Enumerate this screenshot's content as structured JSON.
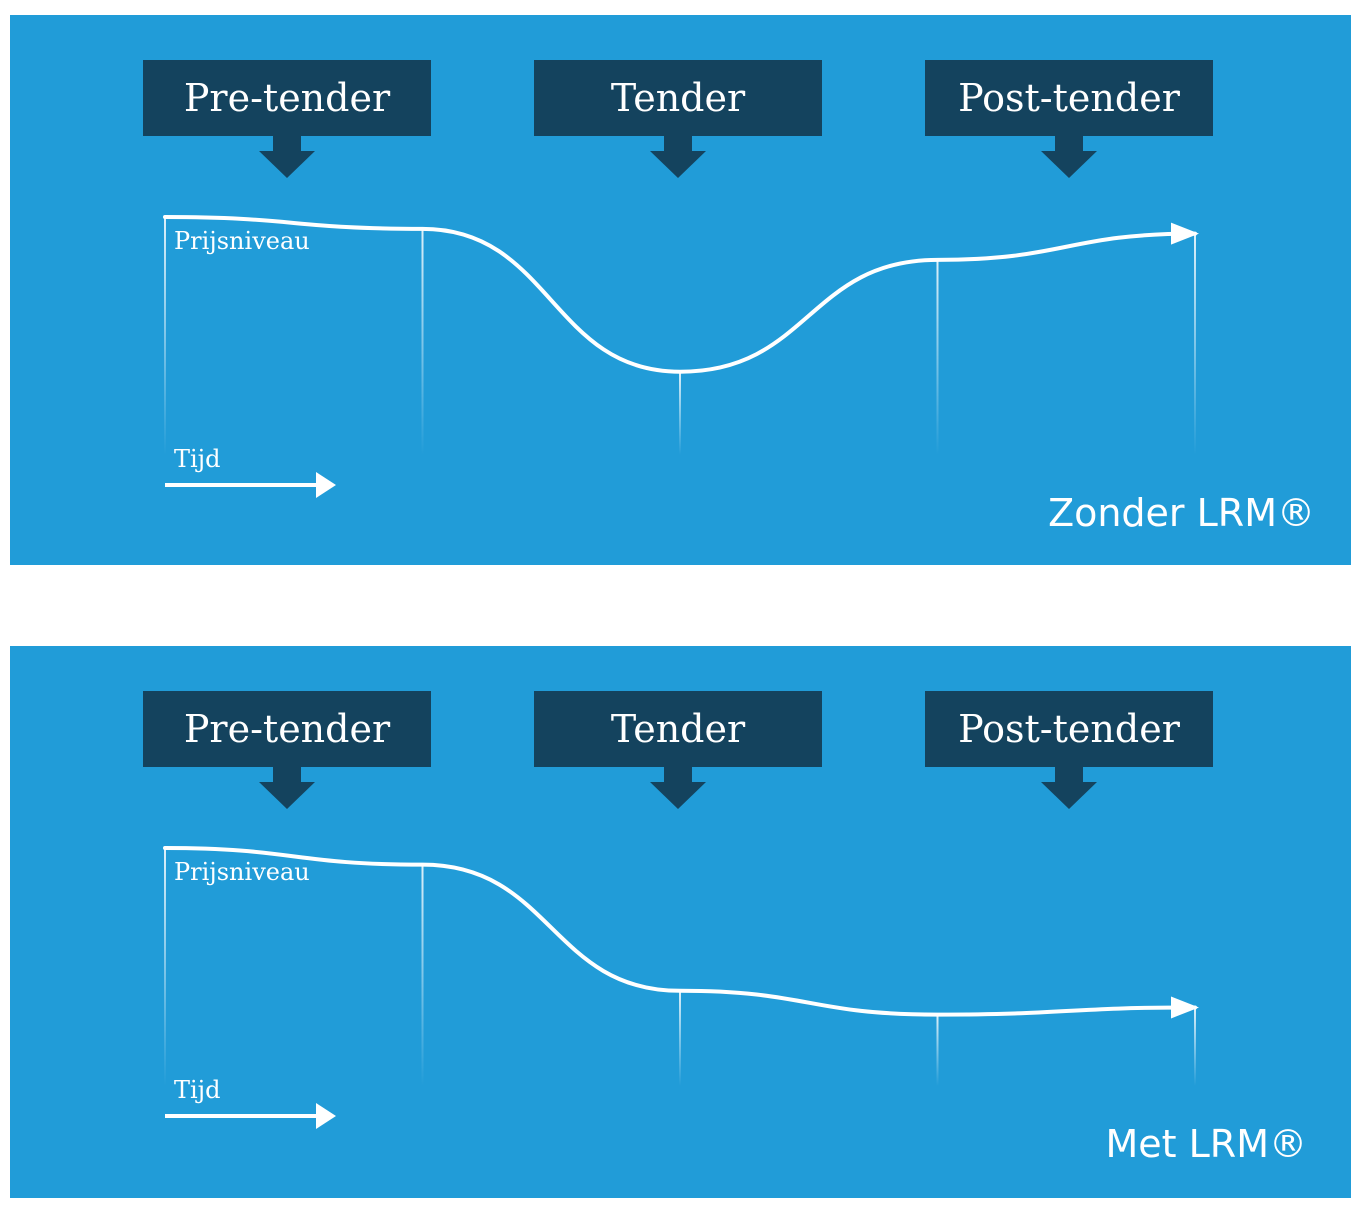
{
  "diagrams": [
    {
      "phases": [
        "Pre-tender",
        "Tender",
        "Post-tender"
      ],
      "y_label": "Prijsniveau",
      "x_label": "Tijd",
      "caption": "Zonder LRM®",
      "curve_levels": [
        1.0,
        0.95,
        0.35,
        0.82,
        0.93
      ]
    },
    {
      "phases": [
        "Pre-tender",
        "Tender",
        "Post-tender"
      ],
      "y_label": "Prijsniveau",
      "x_label": "Tijd",
      "caption": "Met LRM®",
      "curve_levels": [
        1.0,
        0.93,
        0.4,
        0.3,
        0.33
      ]
    }
  ],
  "colors": {
    "panel": "#219cd8",
    "phase_box": "#14435e",
    "line": "#ffffff"
  }
}
